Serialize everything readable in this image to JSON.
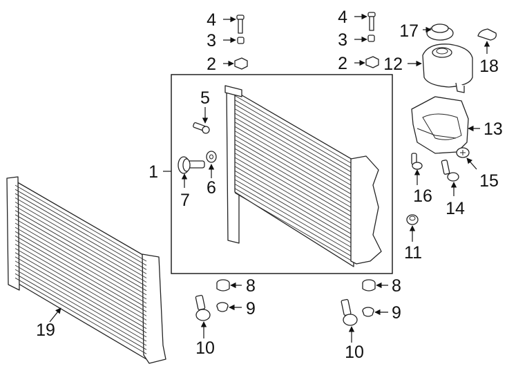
{
  "callouts": {
    "c1": "1",
    "c2a": "2",
    "c2b": "2",
    "c3a": "3",
    "c3b": "3",
    "c4a": "4",
    "c4b": "4",
    "c5": "5",
    "c6": "6",
    "c7": "7",
    "c8a": "8",
    "c8b": "8",
    "c9a": "9",
    "c9b": "9",
    "c10a": "10",
    "c10b": "10",
    "c11": "11",
    "c12": "12",
    "c13": "13",
    "c14": "14",
    "c15": "15",
    "c16": "16",
    "c17": "17",
    "c18": "18",
    "c19": "19"
  }
}
